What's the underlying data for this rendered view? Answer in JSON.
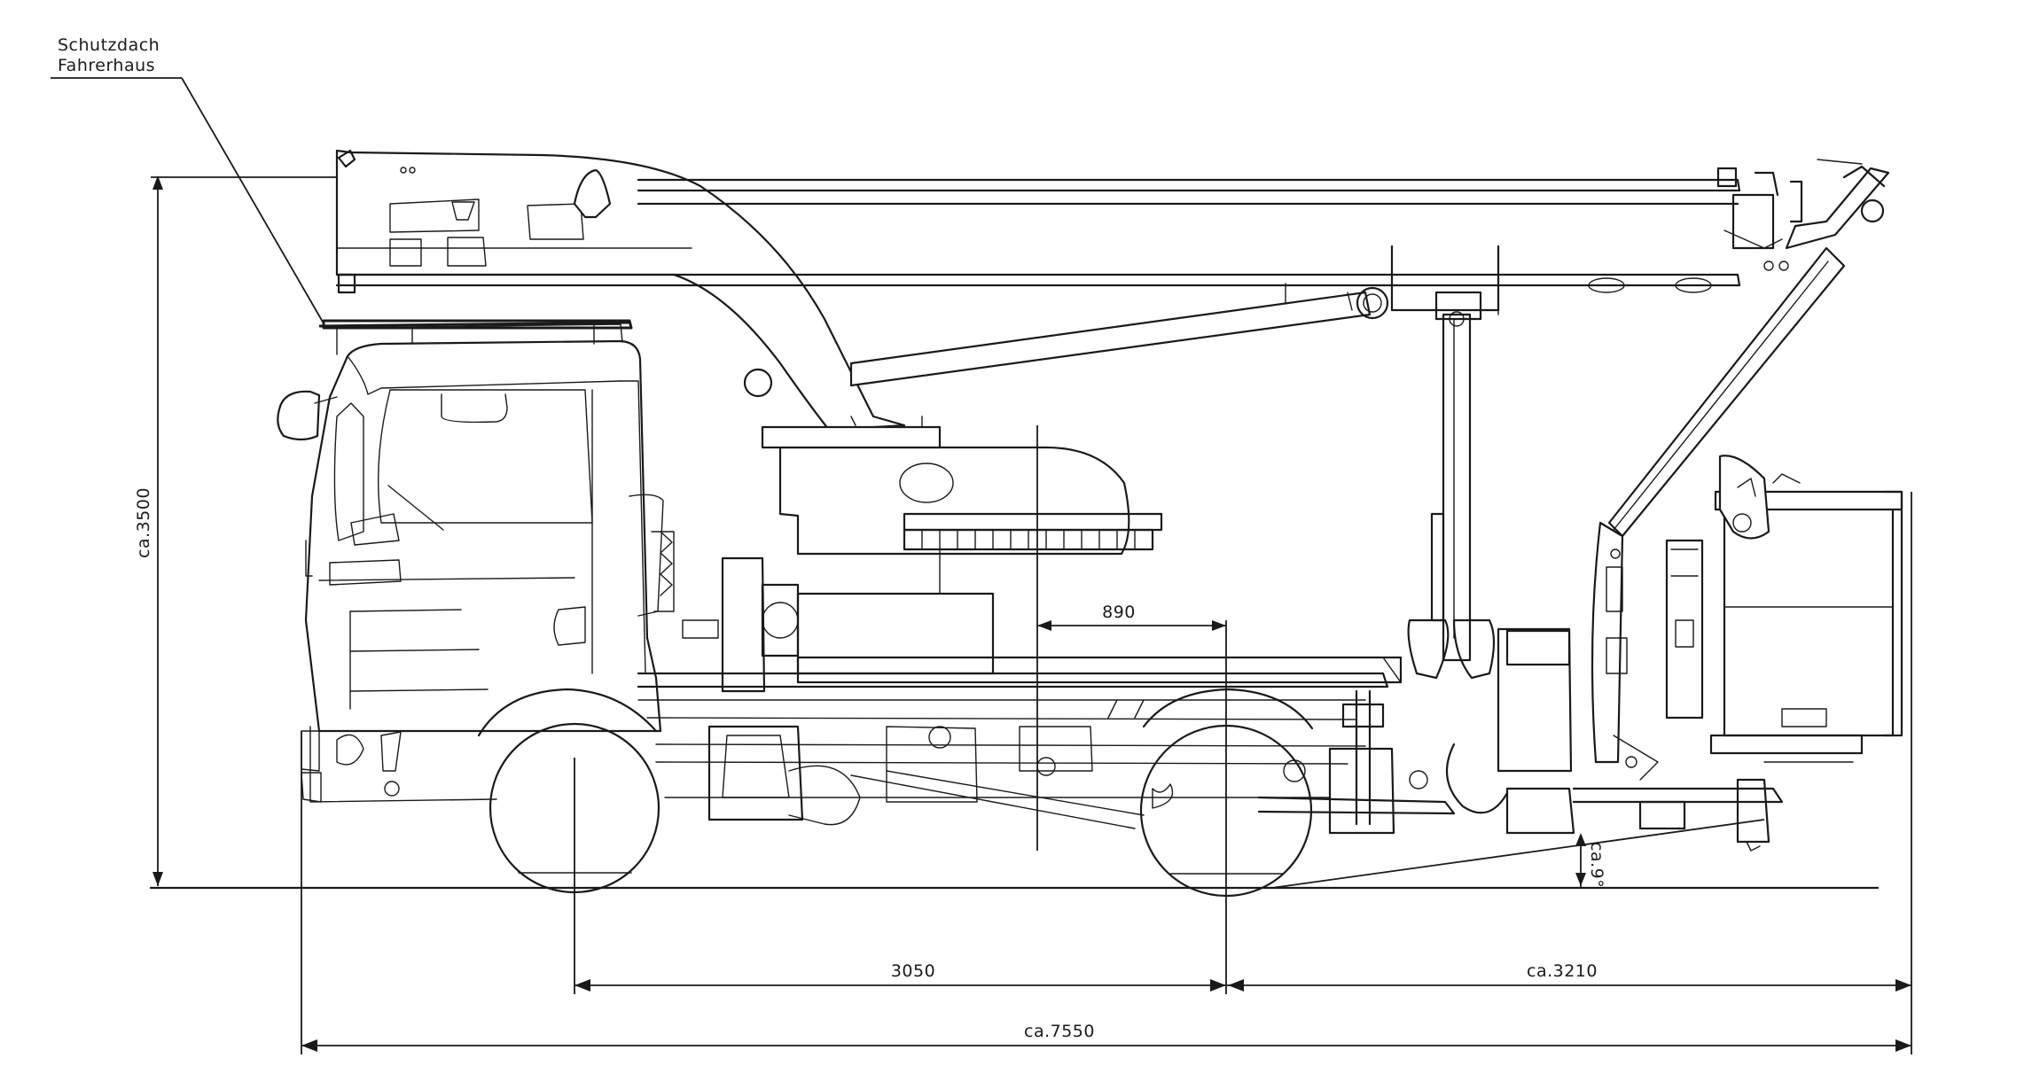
{
  "annotation": {
    "line1": "Schutzdach",
    "line2": "Fahrerhaus"
  },
  "dimensions": {
    "height": "ca.3500",
    "wheelbase": "3050",
    "rear_overhang": "ca.3210",
    "total_length": "ca.7550",
    "turret_offset": "890",
    "ramp_angle": "ca.9°"
  }
}
